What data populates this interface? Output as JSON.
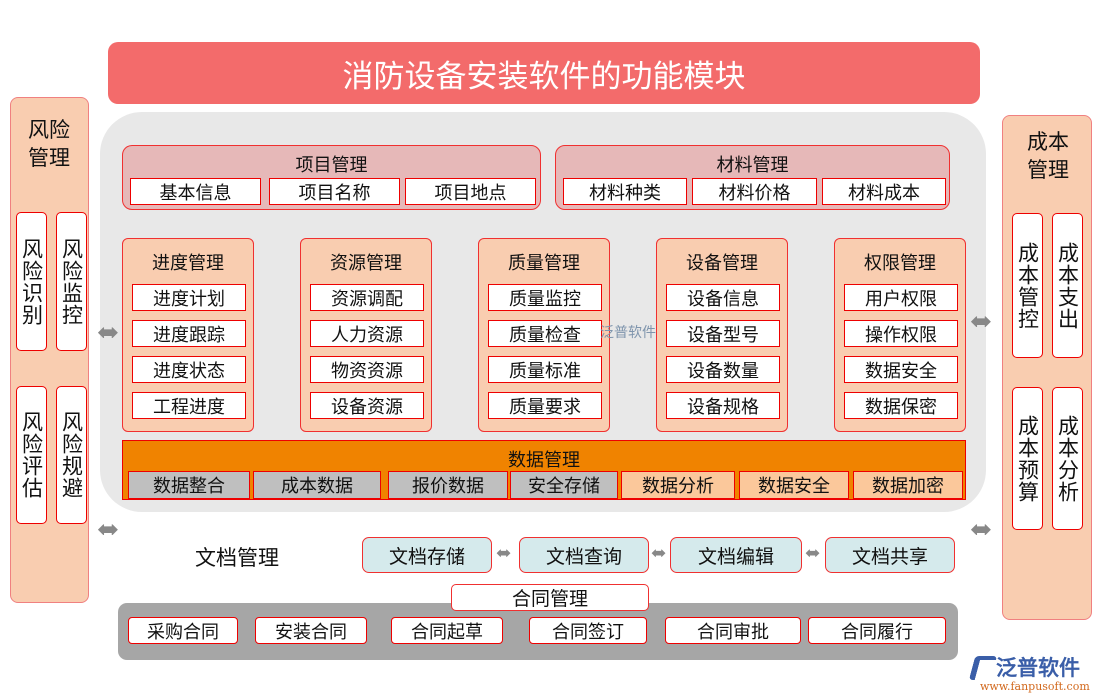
{
  "title": "消防设备安装软件的功能模块",
  "risk": {
    "title": "风险管理",
    "items": [
      "风险识别",
      "风险监控",
      "风险评估",
      "风险规避"
    ]
  },
  "cost": {
    "title": "成本管理",
    "items": [
      "成本管控",
      "成本支出",
      "成本预算",
      "成本分析"
    ]
  },
  "project": {
    "title": "项目管理",
    "items": [
      "基本信息",
      "项目名称",
      "项目地点"
    ]
  },
  "material": {
    "title": "材料管理",
    "items": [
      "材料种类",
      "材料价格",
      "材料成本"
    ]
  },
  "modules": [
    {
      "title": "进度管理",
      "items": [
        "进度计划",
        "进度跟踪",
        "进度状态",
        "工程进度"
      ]
    },
    {
      "title": "资源管理",
      "items": [
        "资源调配",
        "人力资源",
        "物资资源",
        "设备资源"
      ]
    },
    {
      "title": "质量管理",
      "items": [
        "质量监控",
        "质量检查",
        "质量标准",
        "质量要求"
      ]
    },
    {
      "title": "设备管理",
      "items": [
        "设备信息",
        "设备型号",
        "设备数量",
        "设备规格"
      ]
    },
    {
      "title": "权限管理",
      "items": [
        "用户权限",
        "操作权限",
        "数据安全",
        "数据保密"
      ]
    }
  ],
  "data_mgmt": {
    "title": "数据管理",
    "items": [
      "数据整合",
      "成本数据",
      "报价数据",
      "安全存储",
      "数据分析",
      "数据安全",
      "数据加密"
    ]
  },
  "docs": {
    "title": "文档管理",
    "items": [
      "文档存储",
      "文档查询",
      "文档编辑",
      "文档共享"
    ]
  },
  "contract": {
    "title": "合同管理",
    "items": [
      "采购合同",
      "安装合同",
      "合同起草",
      "合同签订",
      "合同审批",
      "合同履行"
    ]
  },
  "watermark": "泛普软件",
  "logo": {
    "name": "泛普软件",
    "url": "www.fanpusoft.com"
  },
  "colors": {
    "title": "#f36b6b",
    "peach": "#f9cdb0",
    "orange": "#f08300",
    "doc": "#d5eaec",
    "border": "#ee0000"
  }
}
